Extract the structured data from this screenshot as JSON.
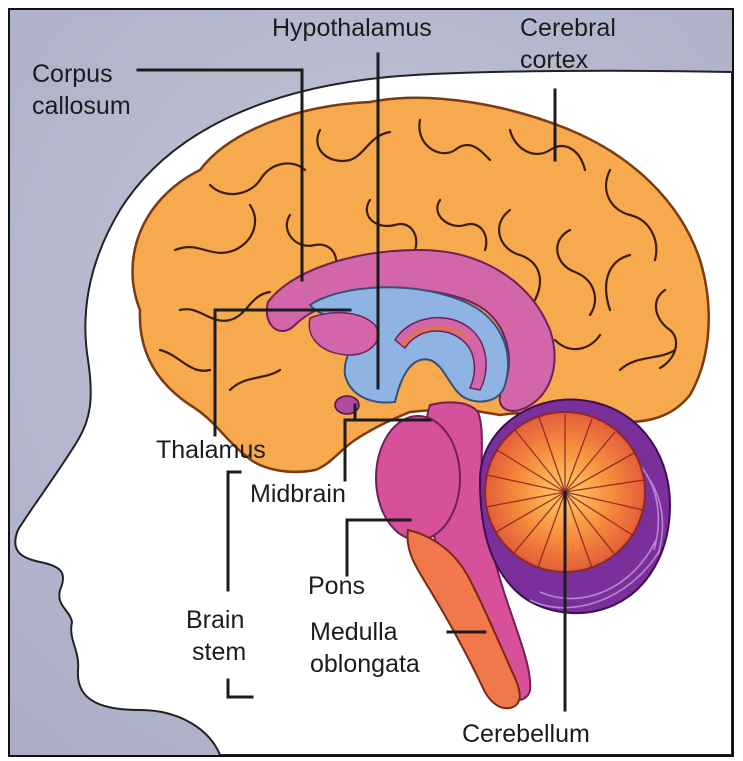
{
  "labels": {
    "corpus_callosum": [
      "Corpus",
      "callosum"
    ],
    "hypothalamus": "Hypothalamus",
    "cerebral_cortex": [
      "Cerebral",
      "cortex"
    ],
    "thalamus": "Thalamus",
    "midbrain": "Midbrain",
    "pons": "Pons",
    "brain_stem": [
      "Brain",
      "stem"
    ],
    "medulla_oblongata": [
      "Medulla",
      "oblongata"
    ],
    "cerebellum": "Cerebellum"
  },
  "colors": {
    "background": "#b4b7cc",
    "head": "#ffffff",
    "cortex": "#f6a94d",
    "corpus_callosum": "#d266a8",
    "ventricle": "#8fb4e3",
    "brainstem": "#d6509a",
    "medulla": "#f1784a",
    "cerebellum": "#f07e3c",
    "cerebellum_edge": "#7a2f9b"
  }
}
